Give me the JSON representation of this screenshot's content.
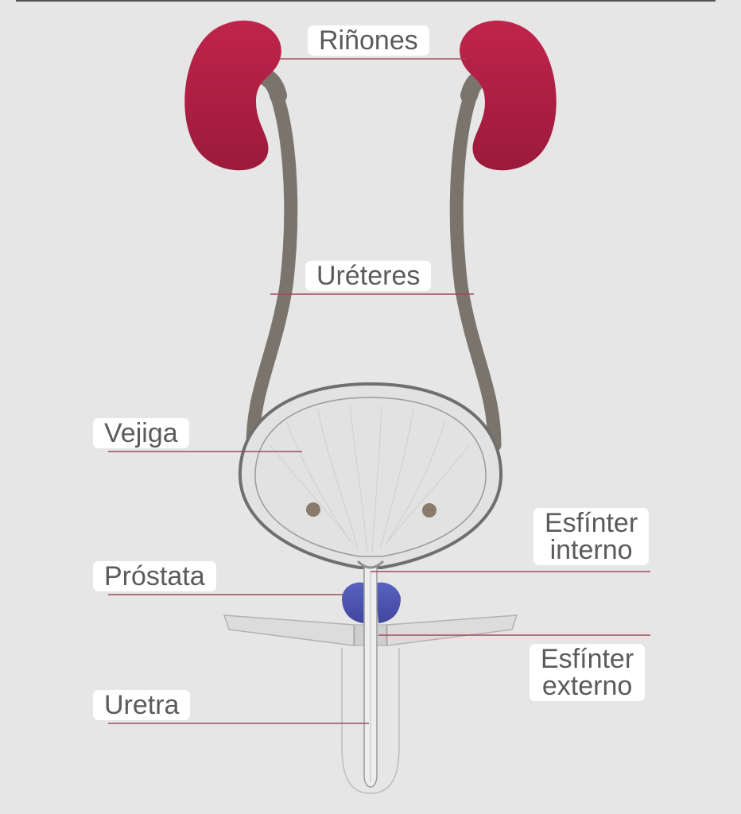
{
  "labels": {
    "kidneys": "Riñones",
    "ureters": "Uréteres",
    "bladder": "Vejiga",
    "internal_sphincter": [
      "Esfínter",
      "interno"
    ],
    "prostate": "Próstata",
    "external_sphincter": [
      "Esfínter",
      "externo"
    ],
    "urethra": "Uretra"
  },
  "colors": {
    "background": "#e6e6e6",
    "kidney": "#a81d3f",
    "ureter": "#7a746d",
    "bladder_fill": "#e2e2e2",
    "bladder_outline": "#6f6f6f",
    "prostate": "#4e56b0",
    "orifice": "#8a7a6c",
    "leader_line": "#a04a5c",
    "label_bg": "#ffffff",
    "label_text": "#5b5b5b"
  }
}
